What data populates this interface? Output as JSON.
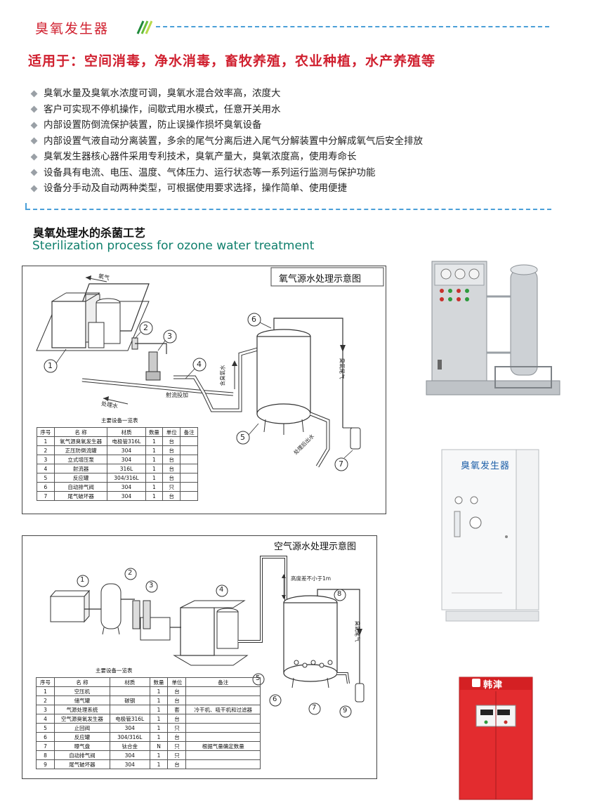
{
  "header": {
    "title": "臭氧发生器",
    "subtitle": "适用于：空间消毒，净水消毒，畜牧养殖，农业种植，水产养殖等"
  },
  "features": [
    "臭氧水量及臭氧水浓度可调，臭氧水混合效率高，浓度大",
    "客户可实现不停机操作，间歇式用水模式，任意开关用水",
    "内部设置防倒流保护装置，防止误操作损坏臭氧设备",
    "内部设置气液自动分离装置，多余的尾气分离后进入尾气分解装置中分解成氧气后安全排放",
    "臭氧发生器核心器件采用专利技术，臭氧产量大，臭氧浓度高，使用寿命长",
    "设备具有电流、电压、温度、气体压力、运行状态等一系列运行监测与保护功能",
    "设备分手动及自动两种类型，可根据使用要求选择，操作简单、使用便捷"
  ],
  "process": {
    "title_cn": "臭氧处理水的杀菌工艺",
    "title_en": "Sterilization process for ozone water treatment"
  },
  "diagram1": {
    "title": "氧气源水处理示意图",
    "labels": {
      "oxygen": "氧气",
      "treated_water": "处理水",
      "ejector": "射流投加",
      "ozone_water_in": "含臭氧水",
      "tail_gas": "臭氧尾气",
      "out_water": "处理后出水"
    },
    "callouts": [
      "1",
      "2",
      "3",
      "4",
      "5",
      "6",
      "7"
    ],
    "table_caption": "主要设备一览表",
    "headers": [
      "序号",
      "名 称",
      "材质",
      "数量",
      "单位",
      "备注"
    ],
    "rows": [
      [
        "1",
        "氧气源臭氧发生器",
        "电极管316L",
        "1",
        "台",
        ""
      ],
      [
        "2",
        "正压防倒流罐",
        "304",
        "1",
        "台",
        ""
      ],
      [
        "3",
        "立式增压泵",
        "304",
        "1",
        "台",
        ""
      ],
      [
        "4",
        "射流器",
        "316L",
        "1",
        "台",
        ""
      ],
      [
        "5",
        "反应罐",
        "304/316L",
        "1",
        "台",
        ""
      ],
      [
        "6",
        "自动排气阀",
        "304",
        "1",
        "只",
        ""
      ],
      [
        "7",
        "尾气破坏器",
        "304",
        "1",
        "台",
        ""
      ]
    ]
  },
  "diagram2": {
    "title": "空气源水处理示意图",
    "labels": {
      "height_note": "高度差不小于1m",
      "tail_gas": "臭氧尾气"
    },
    "callouts": [
      "1",
      "2",
      "3",
      "4",
      "5",
      "6",
      "7",
      "8",
      "9"
    ],
    "table_caption": "主要设备一览表",
    "headers": [
      "序号",
      "名 称",
      "材质",
      "数量",
      "单位",
      "备注"
    ],
    "rows": [
      [
        "1",
        "空压机",
        "",
        "1",
        "台",
        ""
      ],
      [
        "2",
        "储气罐",
        "碳钢",
        "1",
        "台",
        ""
      ],
      [
        "3",
        "气源处理系统",
        "",
        "1",
        "套",
        "冷干机、吸干机和过滤器"
      ],
      [
        "4",
        "空气源臭氧发生器",
        "电极管316L",
        "1",
        "台",
        ""
      ],
      [
        "5",
        "止回阀",
        "304",
        "1",
        "只",
        ""
      ],
      [
        "6",
        "反应罐",
        "304/316L",
        "1",
        "台",
        ""
      ],
      [
        "7",
        "曝气盘",
        "钛合金",
        "N",
        "只",
        "根据气量确定数量"
      ],
      [
        "8",
        "自动排气阀",
        "304",
        "1",
        "只",
        ""
      ],
      [
        "9",
        "尾气破坏器",
        "304",
        "1",
        "台",
        ""
      ]
    ]
  },
  "photos": {
    "white_cabinet_label": "臭氧发生器",
    "red_cabinet_brand": "韩津"
  },
  "colors": {
    "accent_red": "#d0202f",
    "dash_blue": "#4a9fd8",
    "teal": "#0f7f6c"
  }
}
